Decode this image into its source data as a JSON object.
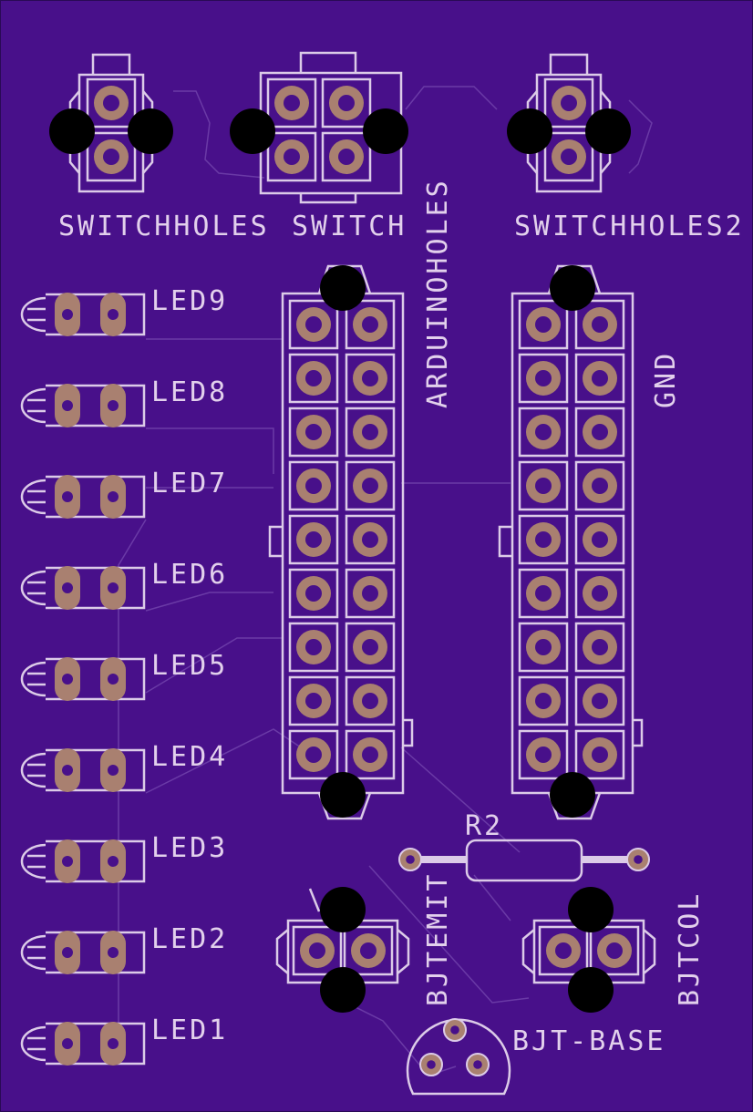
{
  "board": {
    "colors": {
      "substrate": "#48108a",
      "silkscreen": "#dccbe8",
      "copper_pad": "#a98070",
      "drill_hole": "#000000",
      "trace": "#6a3aa6"
    }
  },
  "labels": {
    "switchholes": "SWITCHHOLES",
    "switch": "SWITCH",
    "switchholes2": "SWITCHHOLES2",
    "arduinoholes": "ARDUINOHOLES",
    "gnd": "GND",
    "led9": "LED9",
    "led8": "LED8",
    "led7": "LED7",
    "led6": "LED6",
    "led5": "LED5",
    "led4": "LED4",
    "led3": "LED3",
    "led2": "LED2",
    "led1": "LED1",
    "r2": "R2",
    "bjtemit": "BJTEMIT",
    "bjtcol": "BJTCOL",
    "bjt_base": "BJT-BASE"
  }
}
